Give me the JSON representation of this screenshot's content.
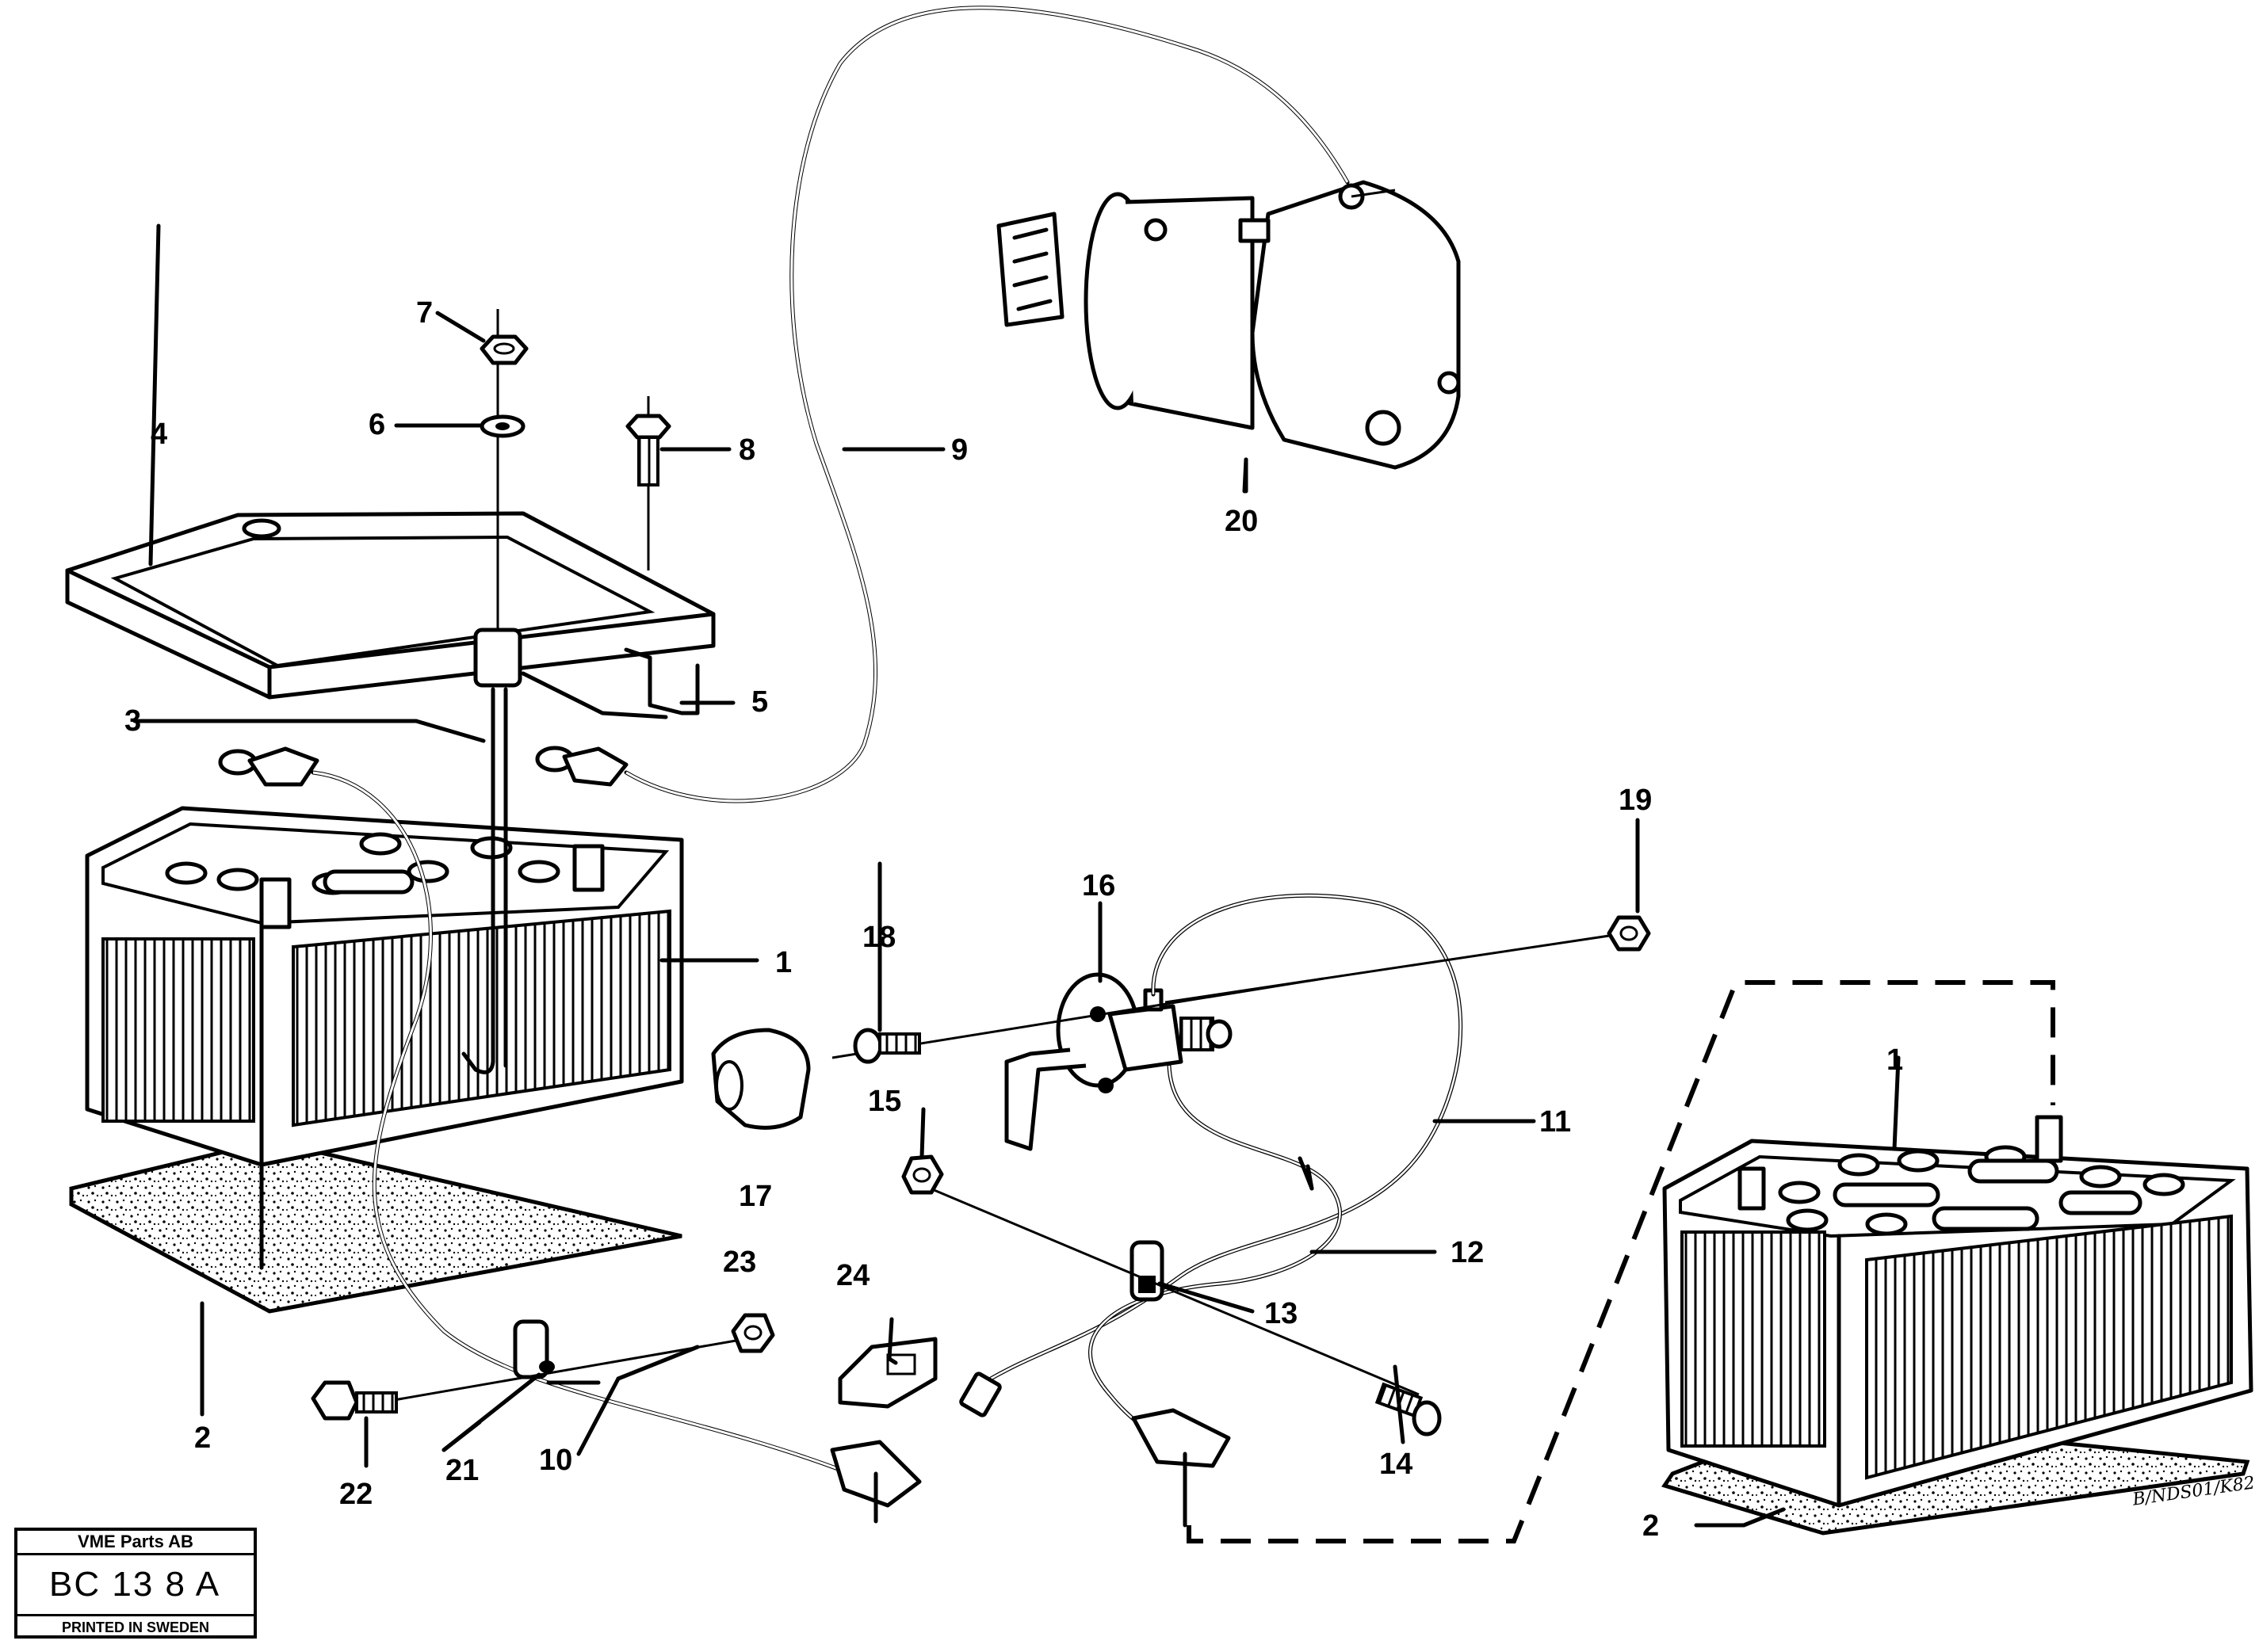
{
  "title_block": {
    "company": "VME Parts AB",
    "code": "BC 13 8  A",
    "footer": "PRINTED IN SWEDEN"
  },
  "signature": "B/NDS01/K82",
  "callouts": [
    {
      "id": "c1a",
      "label": "1"
    },
    {
      "id": "c1b",
      "label": "1"
    },
    {
      "id": "c2a",
      "label": "2"
    },
    {
      "id": "c2b",
      "label": "2"
    },
    {
      "id": "c3",
      "label": "3"
    },
    {
      "id": "c4",
      "label": "4"
    },
    {
      "id": "c5",
      "label": "5"
    },
    {
      "id": "c6",
      "label": "6"
    },
    {
      "id": "c7",
      "label": "7"
    },
    {
      "id": "c8",
      "label": "8"
    },
    {
      "id": "c9",
      "label": "9"
    },
    {
      "id": "c10",
      "label": "10"
    },
    {
      "id": "c11",
      "label": "11"
    },
    {
      "id": "c12",
      "label": "12"
    },
    {
      "id": "c13",
      "label": "13"
    },
    {
      "id": "c14",
      "label": "14"
    },
    {
      "id": "c15",
      "label": "15"
    },
    {
      "id": "c16",
      "label": "16"
    },
    {
      "id": "c17",
      "label": "17"
    },
    {
      "id": "c18",
      "label": "18"
    },
    {
      "id": "c19",
      "label": "19"
    },
    {
      "id": "c20",
      "label": "20"
    },
    {
      "id": "c21",
      "label": "21"
    },
    {
      "id": "c22",
      "label": "22"
    },
    {
      "id": "c23",
      "label": "23"
    },
    {
      "id": "c24",
      "label": "24"
    }
  ]
}
